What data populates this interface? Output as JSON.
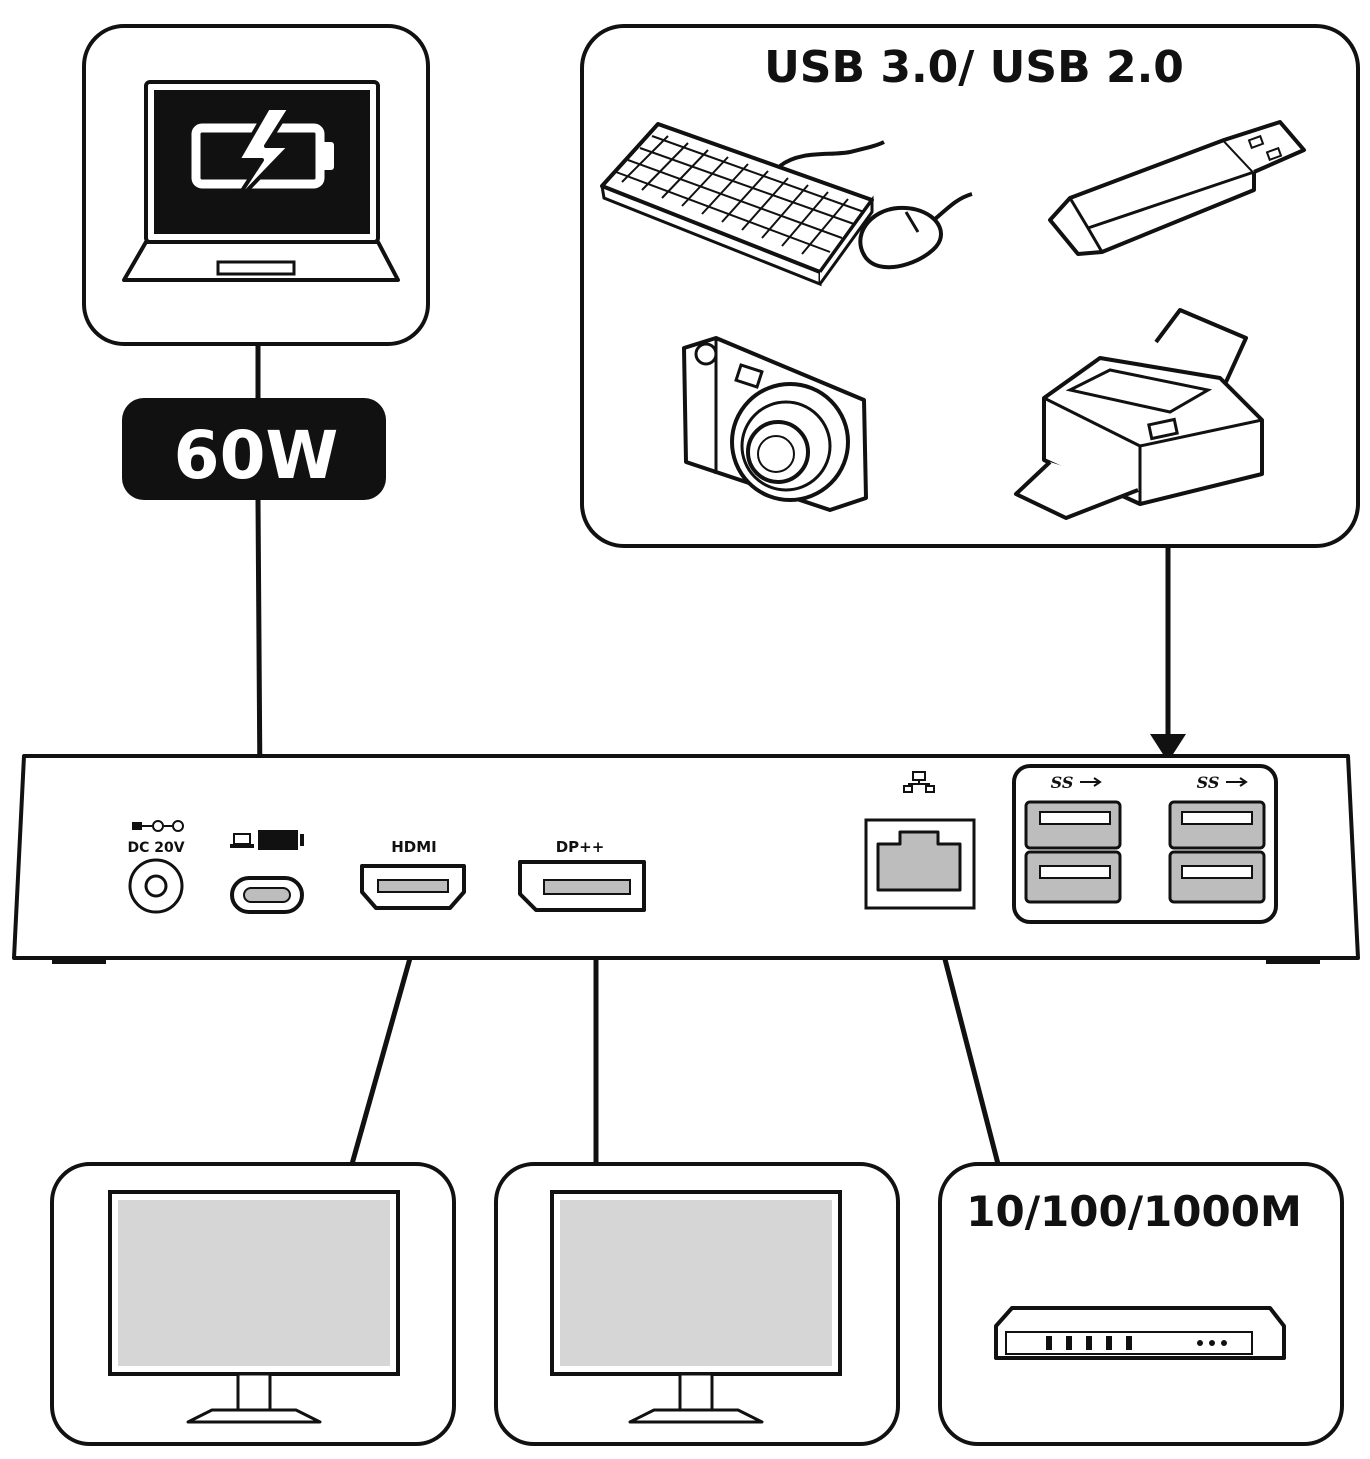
{
  "labels": {
    "usb_title": "USB 3.0/ USB 2.0",
    "power": "60W",
    "network_speed": "10/100/1000M",
    "port_dc_line1": "DC 20V",
    "port_hdmi": "HDMI",
    "port_dp": "DP++",
    "port_usb_ss_left": "SS",
    "port_usb_ss_right": "SS"
  },
  "icons": [
    "laptop-charging-icon",
    "battery-bolt-icon",
    "keyboard-icon",
    "mouse-icon",
    "usb-flash-drive-icon",
    "camera-icon",
    "printer-icon",
    "monitor-icon",
    "network-switch-icon",
    "ethernet-port-icon",
    "usb-c-port-icon",
    "hdmi-port-icon",
    "displayport-icon",
    "usb-a-port-icon",
    "dc-jack-icon"
  ],
  "colors": {
    "ink": "#111111",
    "screen_fill": "#d6d6d6",
    "port_fill": "#bdbdbd",
    "white": "#ffffff"
  }
}
